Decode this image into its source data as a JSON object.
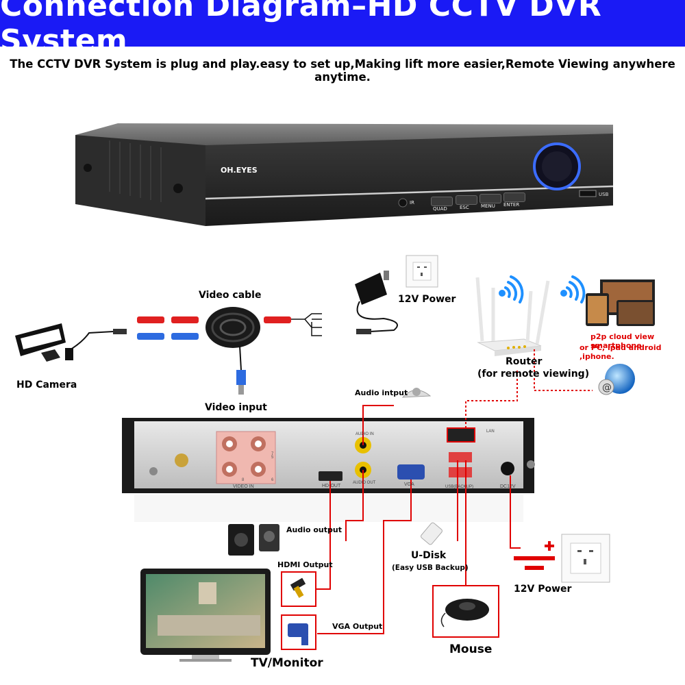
{
  "title": "Connection Diagram–HD CCTV DVR System",
  "subtitle": "The CCTV DVR System is plug and play.easy to set up,Making lift more easier,Remote Viewing anywhere anytime.",
  "dvr_front": {
    "brand": "OH.EYES",
    "ir": "IR",
    "buttons": [
      "QUAD",
      "ESC",
      "MENU",
      "ENTER"
    ],
    "usb": "USB"
  },
  "labels": {
    "video_cable": "Video cable",
    "power_top": "12V Power",
    "hd_camera": "HD Camera",
    "video_input": "Video input",
    "router": "Router",
    "router_sub": "(for remote viewing)",
    "p2p_line1": "p2p cloud  view smartphone",
    "p2p_line2": "or PC, ipad android ,iphone.",
    "audio_input": "Audio intput",
    "audio_output": "Audio output",
    "hdmi_output": "HDMI Output",
    "vga_output": "VGA Output",
    "tv_monitor": "TV/Monitor",
    "u_disk": "U-Disk",
    "u_disk_sub": "(Easy USB Backup)",
    "mouse": "Mouse",
    "power_bottom": "12V Power"
  },
  "dvr_back": {
    "video_in": "VIDEO IN",
    "hd_out": "HD-OUT",
    "audio_in": "AUDIO IN",
    "audio_out": "AUDIO OUT",
    "vga": "VGA",
    "lan": "LAN",
    "usb_backup": "USB(BACKUP)",
    "dc12v": "DC12V",
    "ch7": "7",
    "ch5": "5",
    "ch8": "8",
    "ch6": "6"
  },
  "colors": {
    "title_bg": "#1a1af5",
    "connector_red": "#e00000",
    "wifi_blue": "#1e90ff"
  }
}
